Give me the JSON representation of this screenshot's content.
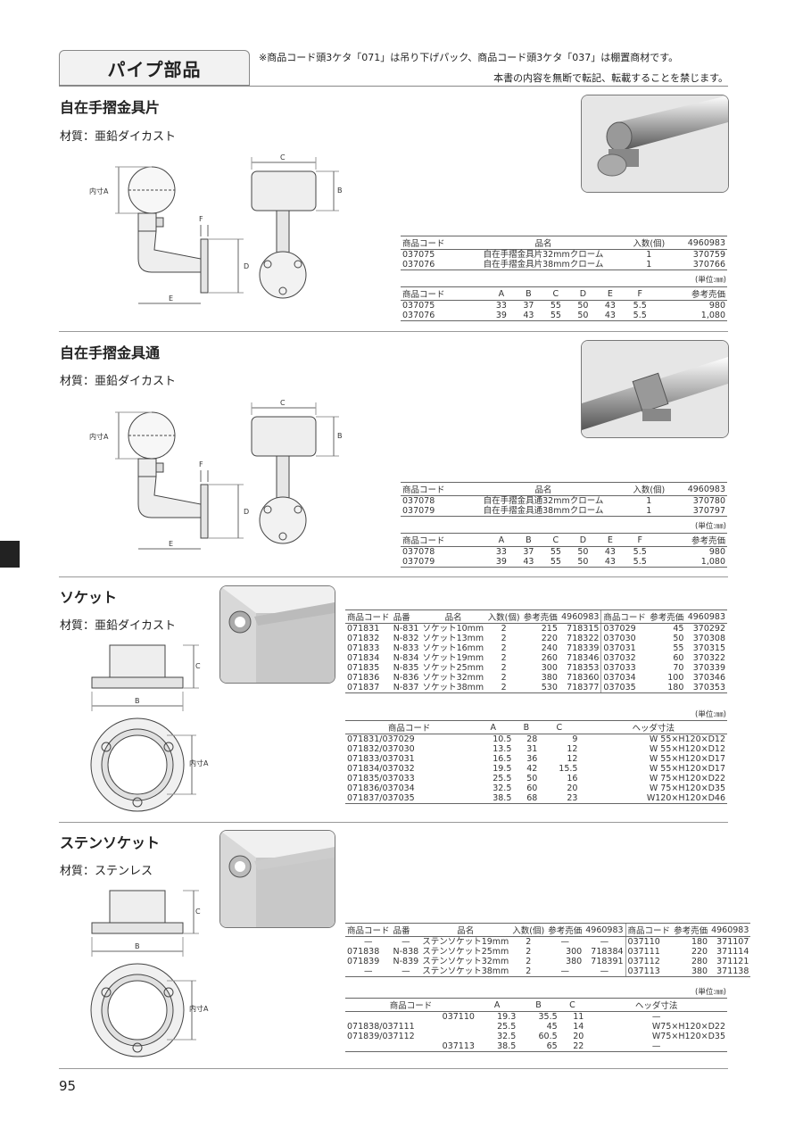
{
  "header": {
    "title": "パイプ部品",
    "note1": "※商品コード頭3ケタ「071」は吊り下げパック、商品コード頭3ケタ「037」は棚置商材です。",
    "note2": "本書の内容を無断で転記、転載することを禁じます。"
  },
  "dims": {
    "A": "A",
    "B": "B",
    "C": "C",
    "D": "D",
    "E": "E",
    "F": "F",
    "inner": "内寸A"
  },
  "unit": "(単位:㎜)",
  "page_number": "95",
  "sections": [
    {
      "title": "自在手摺金具片",
      "material": "材質：亜鉛ダイカスト",
      "t1_head": [
        "商品コード",
        "品名",
        "入数(個)",
        "4960983"
      ],
      "t1_rows": [
        [
          "037075",
          "自在手摺金具片32mmクローム",
          "1",
          "370759"
        ],
        [
          "037076",
          "自在手摺金具片38mmクローム",
          "1",
          "370766"
        ]
      ],
      "t2_head": [
        "商品コード",
        "A",
        "B",
        "C",
        "D",
        "E",
        "F",
        "参考売価"
      ],
      "t2_rows": [
        [
          "037075",
          "33",
          "37",
          "55",
          "50",
          "43",
          "5.5",
          "980"
        ],
        [
          "037076",
          "39",
          "43",
          "55",
          "50",
          "43",
          "5.5",
          "1,080"
        ]
      ]
    },
    {
      "title": "自在手摺金具通",
      "material": "材質：亜鉛ダイカスト",
      "t1_head": [
        "商品コード",
        "品名",
        "入数(個)",
        "4960983"
      ],
      "t1_rows": [
        [
          "037078",
          "自在手摺金具通32mmクローム",
          "1",
          "370780"
        ],
        [
          "037079",
          "自在手摺金具通38mmクローム",
          "1",
          "370797"
        ]
      ],
      "t2_head": [
        "商品コード",
        "A",
        "B",
        "C",
        "D",
        "E",
        "F",
        "参考売価"
      ],
      "t2_rows": [
        [
          "037078",
          "33",
          "37",
          "55",
          "50",
          "43",
          "5.5",
          "980"
        ],
        [
          "037079",
          "39",
          "43",
          "55",
          "50",
          "43",
          "5.5",
          "1,080"
        ]
      ]
    },
    {
      "title": "ソケット",
      "material": "材質：亜鉛ダイカスト",
      "t1_head": [
        "商品コード",
        "品番",
        "品名",
        "入数(個)",
        "参考売価",
        "4960983",
        "商品コード",
        "参考売価",
        "4960983"
      ],
      "t1_rows": [
        [
          "071831",
          "N-831",
          "ソケット10mm",
          "2",
          "215",
          "718315",
          "037029",
          "45",
          "370292"
        ],
        [
          "071832",
          "N-832",
          "ソケット13mm",
          "2",
          "220",
          "718322",
          "037030",
          "50",
          "370308"
        ],
        [
          "071833",
          "N-833",
          "ソケット16mm",
          "2",
          "240",
          "718339",
          "037031",
          "55",
          "370315"
        ],
        [
          "071834",
          "N-834",
          "ソケット19mm",
          "2",
          "260",
          "718346",
          "037032",
          "60",
          "370322"
        ],
        [
          "071835",
          "N-835",
          "ソケット25mm",
          "2",
          "300",
          "718353",
          "037033",
          "70",
          "370339"
        ],
        [
          "071836",
          "N-836",
          "ソケット32mm",
          "2",
          "380",
          "718360",
          "037034",
          "100",
          "370346"
        ],
        [
          "071837",
          "N-837",
          "ソケット38mm",
          "2",
          "530",
          "718377",
          "037035",
          "180",
          "370353"
        ]
      ],
      "t2_head": [
        "商品コード",
        "A",
        "B",
        "C",
        "ヘッダ寸法"
      ],
      "t2_rows": [
        [
          "071831/037029",
          "10.5",
          "28",
          "9",
          "W 55×H120×D12"
        ],
        [
          "071832/037030",
          "13.5",
          "31",
          "12",
          "W 55×H120×D12"
        ],
        [
          "071833/037031",
          "16.5",
          "36",
          "12",
          "W 55×H120×D17"
        ],
        [
          "071834/037032",
          "19.5",
          "42",
          "15.5",
          "W 55×H120×D17"
        ],
        [
          "071835/037033",
          "25.5",
          "50",
          "16",
          "W 75×H120×D22"
        ],
        [
          "071836/037034",
          "32.5",
          "60",
          "20",
          "W 75×H120×D35"
        ],
        [
          "071837/037035",
          "38.5",
          "68",
          "23",
          "W120×H120×D46"
        ]
      ]
    },
    {
      "title": "ステンソケット",
      "material": "材質：ステンレス",
      "t1_head": [
        "商品コード",
        "品番",
        "品名",
        "入数(個)",
        "参考売価",
        "4960983",
        "商品コード",
        "参考売価",
        "4960983"
      ],
      "t1_rows": [
        [
          "—",
          "—",
          "ステンソケット19mm",
          "2",
          "—",
          "—",
          "037110",
          "180",
          "371107"
        ],
        [
          "071838",
          "N-838",
          "ステンソケット25mm",
          "2",
          "300",
          "718384",
          "037111",
          "220",
          "371114"
        ],
        [
          "071839",
          "N-839",
          "ステンソケット32mm",
          "2",
          "380",
          "718391",
          "037112",
          "280",
          "371121"
        ],
        [
          "—",
          "—",
          "ステンソケット38mm",
          "2",
          "—",
          "—",
          "037113",
          "380",
          "371138"
        ]
      ],
      "t2_head": [
        "商品コード",
        "A",
        "B",
        "C",
        "ヘッダ寸法"
      ],
      "t2_rows": [
        [
          "037110",
          "19.3",
          "35.5",
          "11",
          "—"
        ],
        [
          "071838/037111",
          "25.5",
          "45",
          "14",
          "W75×H120×D22"
        ],
        [
          "071839/037112",
          "32.5",
          "60.5",
          "20",
          "W75×H120×D35"
        ],
        [
          "037113",
          "38.5",
          "65",
          "22",
          "—"
        ]
      ]
    }
  ]
}
